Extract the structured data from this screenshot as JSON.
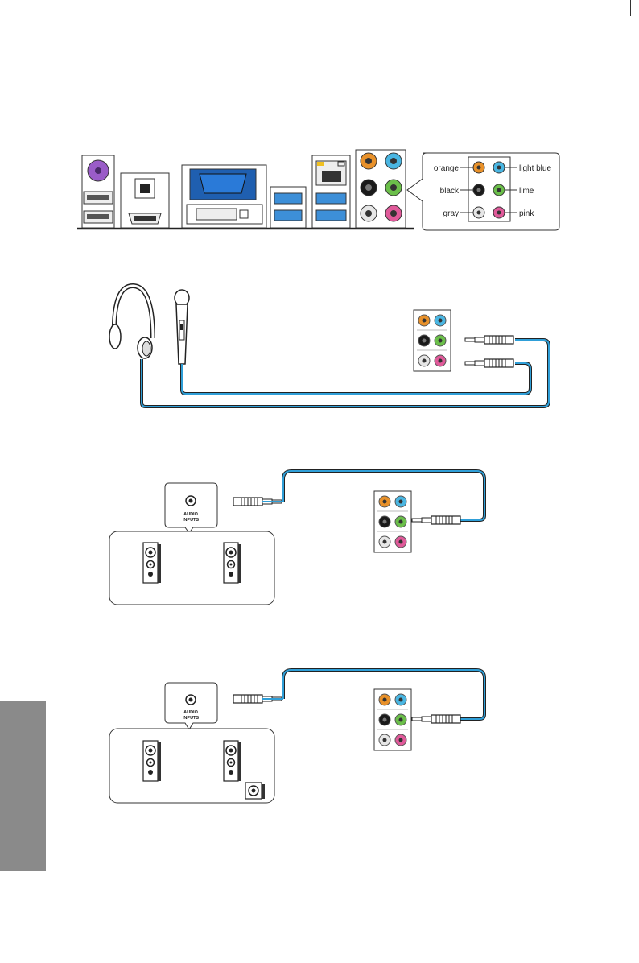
{
  "rear_panel": {
    "legend": {
      "orange": "orange",
      "black": "black",
      "gray": "gray",
      "light_blue": "light blue",
      "lime": "lime",
      "pink": "pink"
    }
  },
  "speaker_boxes": {
    "stereo_label": "AUDIO\nINPUTS",
    "sub_label": "AUDIO\nINPUTS"
  },
  "colors": {
    "orange": "#e8912a",
    "light_blue": "#4ab6e2",
    "lime": "#6bbf4a",
    "pink": "#e05a9a",
    "black": "#1a1a1a",
    "gray": "#e6e6e6",
    "cable": "#2f9fd8",
    "usb3": "#3d8fd8",
    "vga": "#1f5fb0",
    "ps2": "#9a5cc8"
  },
  "icons": [
    "headphone-icon",
    "microphone-icon",
    "speaker-icon",
    "subwoofer-icon",
    "audio-jack-icon"
  ]
}
